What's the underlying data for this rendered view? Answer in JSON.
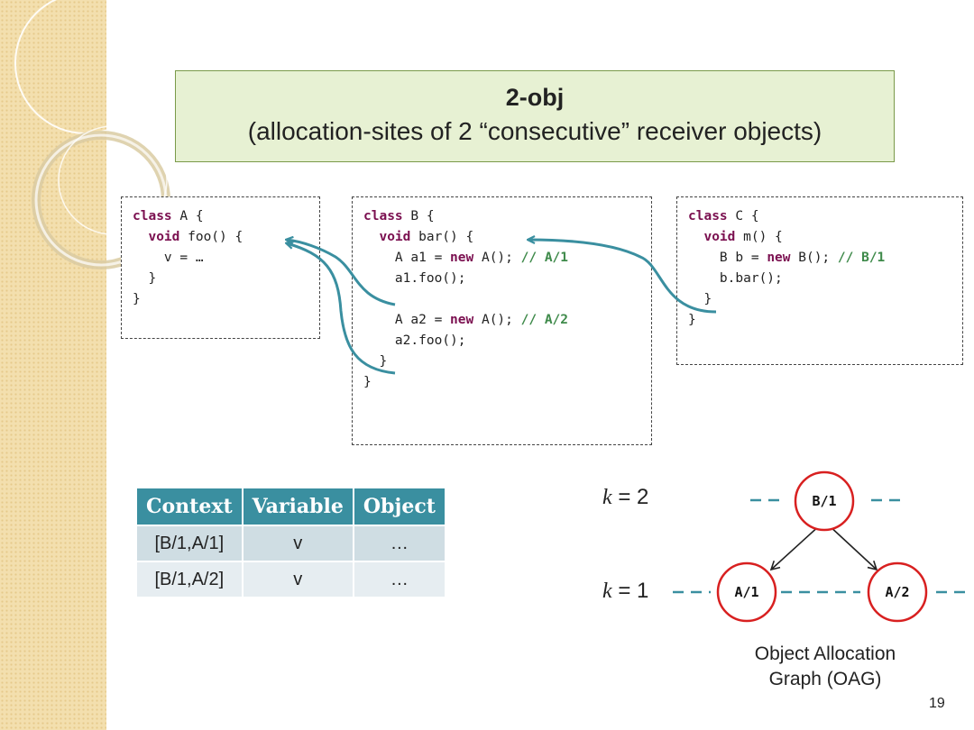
{
  "title": {
    "main": "2-obj",
    "subtitle": "(allocation-sites of 2 “consecutive” receiver objects)"
  },
  "class_a": {
    "lines": [
      "class A {",
      "  void foo() {",
      "    v = …",
      "  }",
      "}"
    ]
  },
  "class_b": {
    "lines": [
      "class B {",
      "  void bar() {",
      "    A a1 = new A(); // A/1",
      "    a1.foo();",
      "",
      "    A a2 = new A(); // A/2",
      "    a2.foo();",
      "  }",
      "}"
    ]
  },
  "class_c": {
    "lines": [
      "class C {",
      "  void m() {",
      "    B b = new B(); // B/1",
      "    b.bar();",
      "  }",
      "}"
    ]
  },
  "context_table": {
    "headers": [
      "Context",
      "Variable",
      "Object"
    ],
    "rows": [
      [
        "[B/1,A/1]",
        "v",
        "…"
      ],
      [
        "[B/1,A/2]",
        "v",
        "…"
      ]
    ]
  },
  "graph": {
    "k2_label": "2",
    "k1_label": "1",
    "k_symbol": "k",
    "nodes": [
      "B/1",
      "A/1",
      "A/2"
    ],
    "caption_line1": "Object Allocation",
    "caption_line2": "Graph (OAG)"
  },
  "colors": {
    "accent": "#3a8fa0",
    "node_border": "#d82020",
    "keyword": "#7b1050",
    "comment": "#3e8a4a"
  },
  "page_number": "19"
}
